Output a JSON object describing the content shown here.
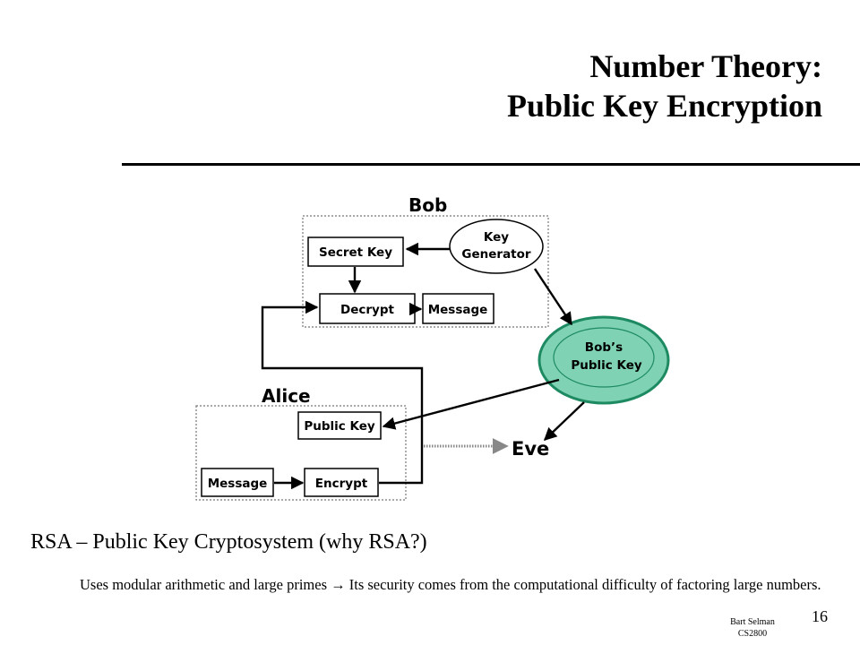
{
  "slide": {
    "title_line1": "Number Theory:",
    "title_line2": "Public Key Encryption",
    "heading": "RSA – Public Key Cryptosystem (why RSA?)",
    "body_before": "Uses  modular arithmetic and large primes ",
    "arrow_glyph": "→",
    "body_after": " Its security comes from the computational difficulty of factoring large numbers.",
    "footer_author": "Bart Selman",
    "footer_course": "CS2800",
    "page_number": "16"
  },
  "diagram": {
    "bob_label": "Bob",
    "alice_label": "Alice",
    "eve_label": "Eve",
    "bob_secret_key": "Secret Key",
    "bob_decrypt": "Decrypt",
    "bob_message": "Message",
    "key_generator_line1": "Key",
    "key_generator_line2": "Generator",
    "public_key_line1": "Bob’s",
    "public_key_line2": "Public Key",
    "alice_public_key": "Public Key",
    "alice_message": "Message",
    "alice_encrypt": "Encrypt",
    "colors": {
      "public_key_fill": "#7fd3b4",
      "public_key_stroke": "#1e8a62",
      "dotted_border": "#777777"
    }
  }
}
